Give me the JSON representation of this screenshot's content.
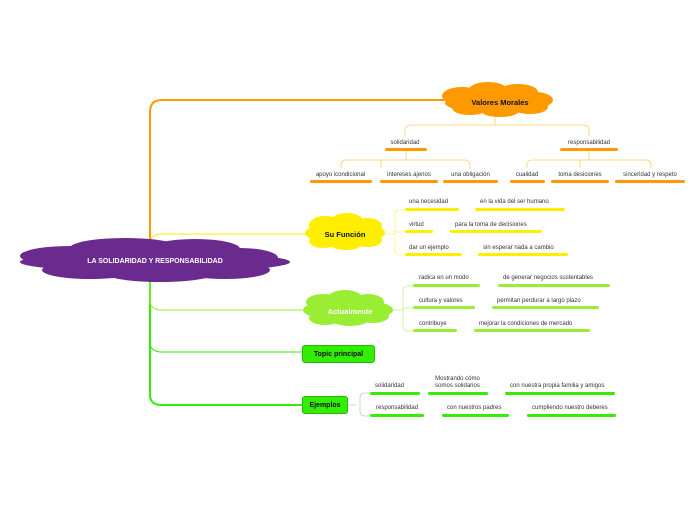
{
  "central": {
    "title": "LA SOLIDARIDAD Y RESPONSABILIDAD",
    "color": "#6a2a8e"
  },
  "valores": {
    "title": "Valores Morales",
    "color": "#ff9900",
    "branches": [
      {
        "label": "solidaridad",
        "children": [
          "apoyo icondicional",
          "intereses ajenos",
          "una obligación"
        ]
      },
      {
        "label": "responsabilidad",
        "children": [
          "cualidad",
          "toma desiciones",
          "sinceridad y respeto"
        ]
      }
    ]
  },
  "funcion": {
    "title": "Su Función",
    "color": "#ffee00",
    "rows": [
      {
        "a": "una necesidad",
        "b": "en la vida del ser humano"
      },
      {
        "a": "virtud",
        "b": "para la toma de decisiones"
      },
      {
        "a": "dar un ejemplo",
        "b": "sin esperar nada a cambio"
      }
    ]
  },
  "actualmente": {
    "title": "Actualmente",
    "color": "#99ee33",
    "rows": [
      {
        "a": "radica en un modo",
        "b": "de generar negocios sustentables"
      },
      {
        "a": "cultura y valores",
        "b": "permitan perdurar a largo plazo"
      },
      {
        "a": "contribuye",
        "b": "mejorar la condiciones de mercado"
      }
    ]
  },
  "topic": {
    "title": "Topic principal",
    "color": "#33ee00"
  },
  "ejemplos": {
    "title": "Ejemplos",
    "color": "#33ee00",
    "rows": [
      {
        "a": "solidaridad",
        "b": "Mostrando cómo somos solidarios",
        "c": "con nuestra propia familia y amigos"
      },
      {
        "a": "responsabilidad",
        "b": "con nuestros padres",
        "c": "cumpliendo nuestro deberes"
      }
    ]
  }
}
